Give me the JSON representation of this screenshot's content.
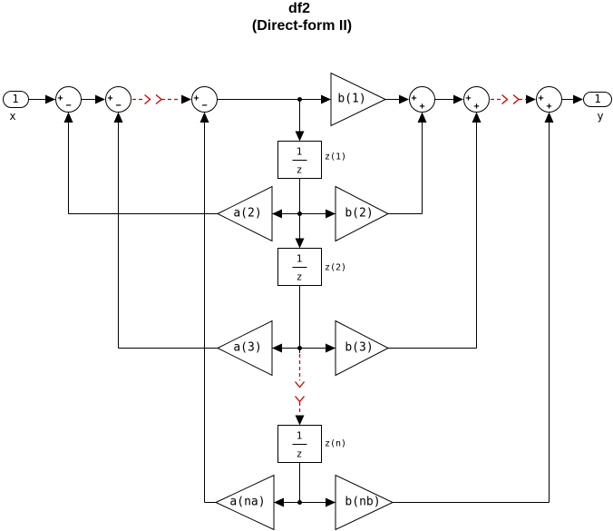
{
  "title": {
    "line1": "df2",
    "line2": "(Direct-form II)"
  },
  "ports": {
    "input": {
      "number": "1",
      "name": "x"
    },
    "output": {
      "number": "1",
      "name": "y"
    }
  },
  "sums": {
    "s1": {
      "west": "+",
      "south": "−"
    },
    "s2": {
      "west": "+",
      "south": "−"
    },
    "s3": {
      "west": "+",
      "south": "−"
    },
    "s4": {
      "west": "+",
      "south": "+"
    },
    "s5": {
      "west": "+",
      "south": "+"
    },
    "s6": {
      "west": "+",
      "south": "+"
    }
  },
  "gains": {
    "b1": "b(1)",
    "a2": "a(2)",
    "b2": "b(2)",
    "a3": "a(3)",
    "b3": "b(3)",
    "ana": "a(na)",
    "bnb": "b(nb)"
  },
  "delays": {
    "d1": {
      "numerator": "1",
      "denominator": "z",
      "state": "z(1)"
    },
    "d2": {
      "numerator": "1",
      "denominator": "z",
      "state": "z(2)"
    },
    "dn": {
      "numerator": "1",
      "denominator": "z",
      "state": "z(n)"
    }
  },
  "colors": {
    "line": "#000000",
    "continuation": "#CC0000",
    "background": "#FFFFFF"
  }
}
